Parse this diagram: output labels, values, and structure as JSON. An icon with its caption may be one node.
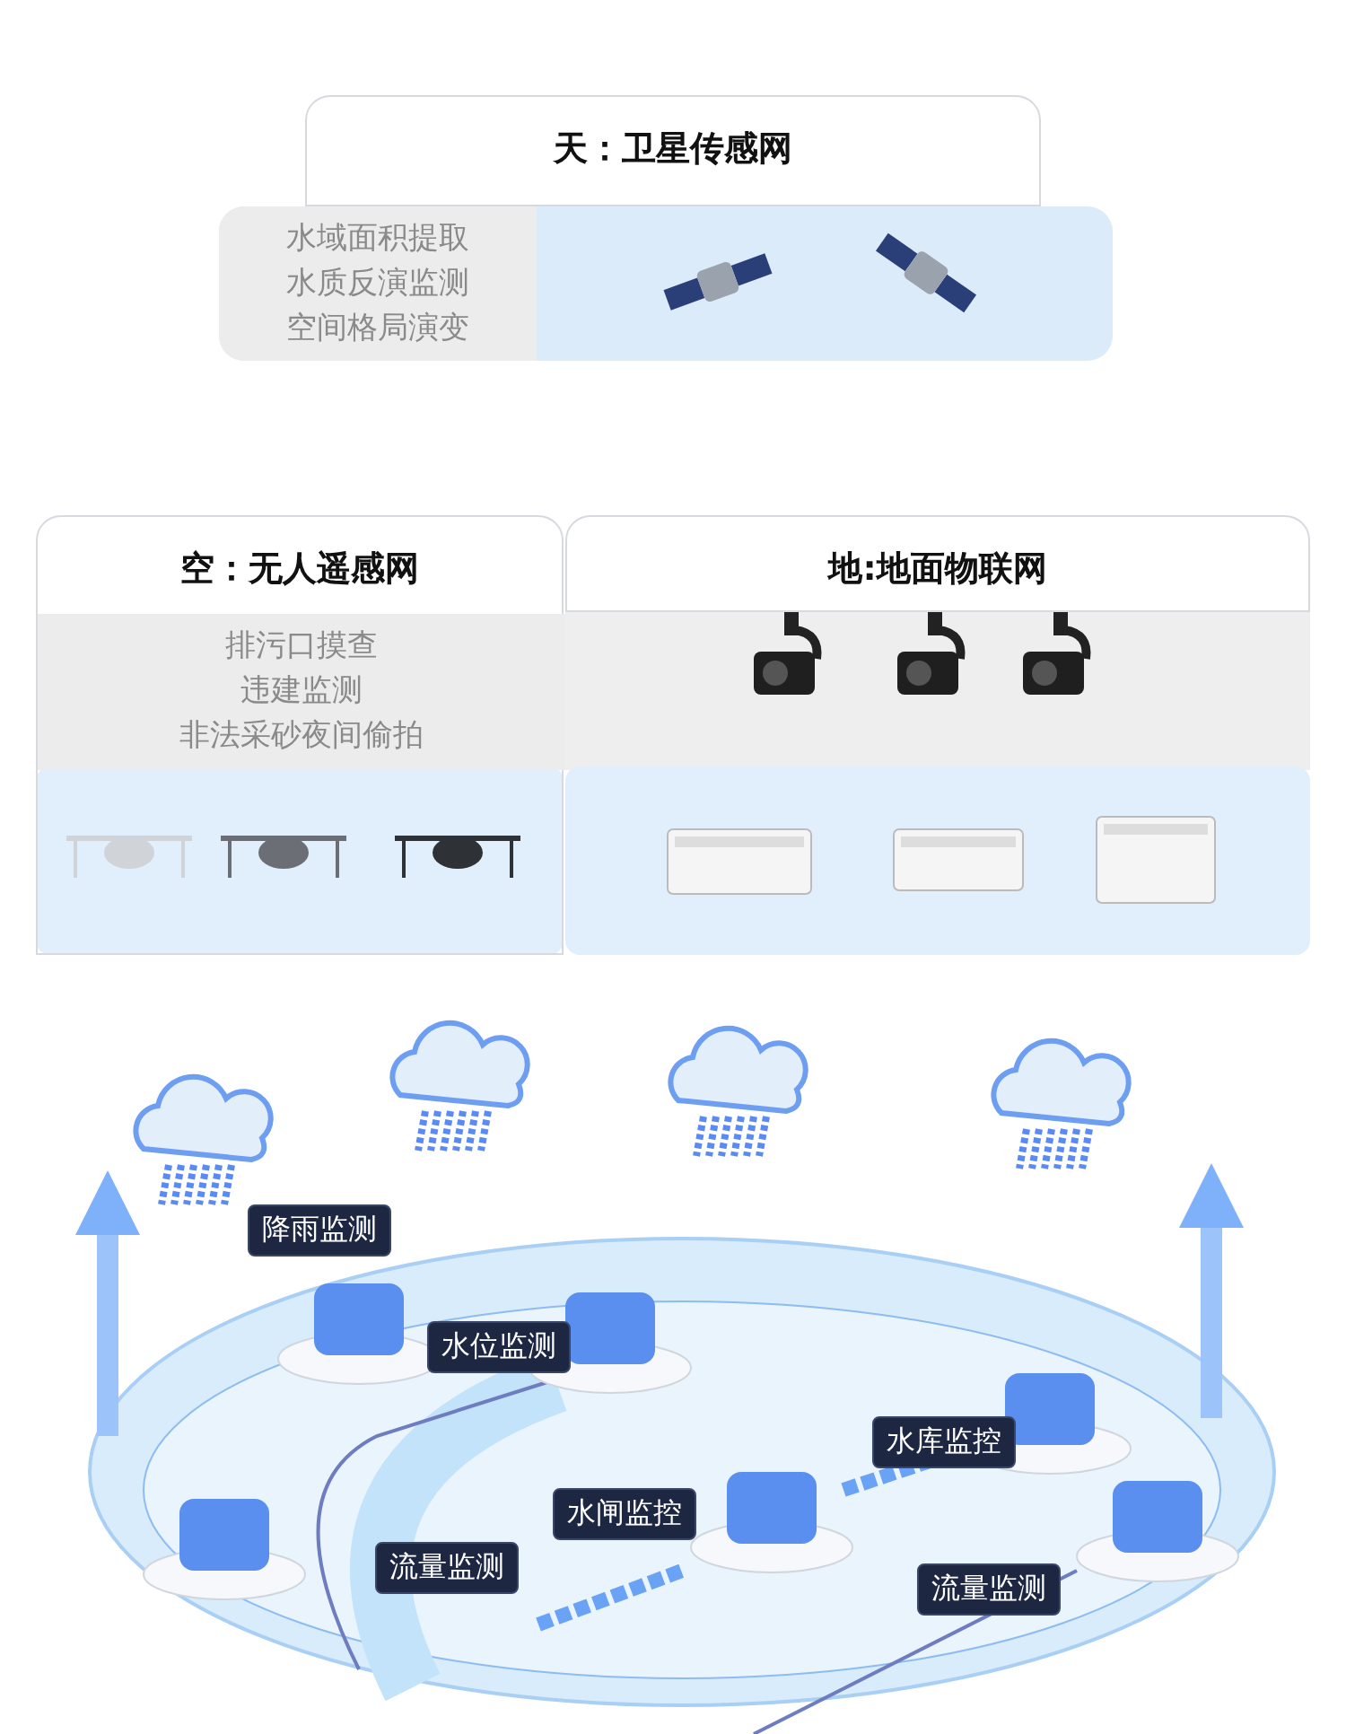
{
  "diagram": {
    "nodes": [
      {
        "text": [
          "天：卫星传感网"
        ]
      },
      {
        "text": [
          "水域面积提取",
          "水质反演监测",
          "空间格局演变"
        ]
      },
      {
        "text": [
          "空：无人遥感网"
        ]
      },
      {
        "text": [
          "排污口摸查",
          "违建监测",
          "非法采砂夜间偷拍"
        ],
        "in": 2
      },
      {
        "text": [
          "地:地面物联网"
        ]
      },
      {
        "text": [
          "降雨监测"
        ]
      },
      {
        "text": [
          "水位监测"
        ]
      },
      {
        "text": [
          "水库监控"
        ]
      },
      {
        "text": [
          "水闸监控"
        ]
      },
      {
        "text": [
          "流量监测"
        ]
      },
      {
        "text": [
          "流量监测"
        ]
      }
    ]
  }
}
